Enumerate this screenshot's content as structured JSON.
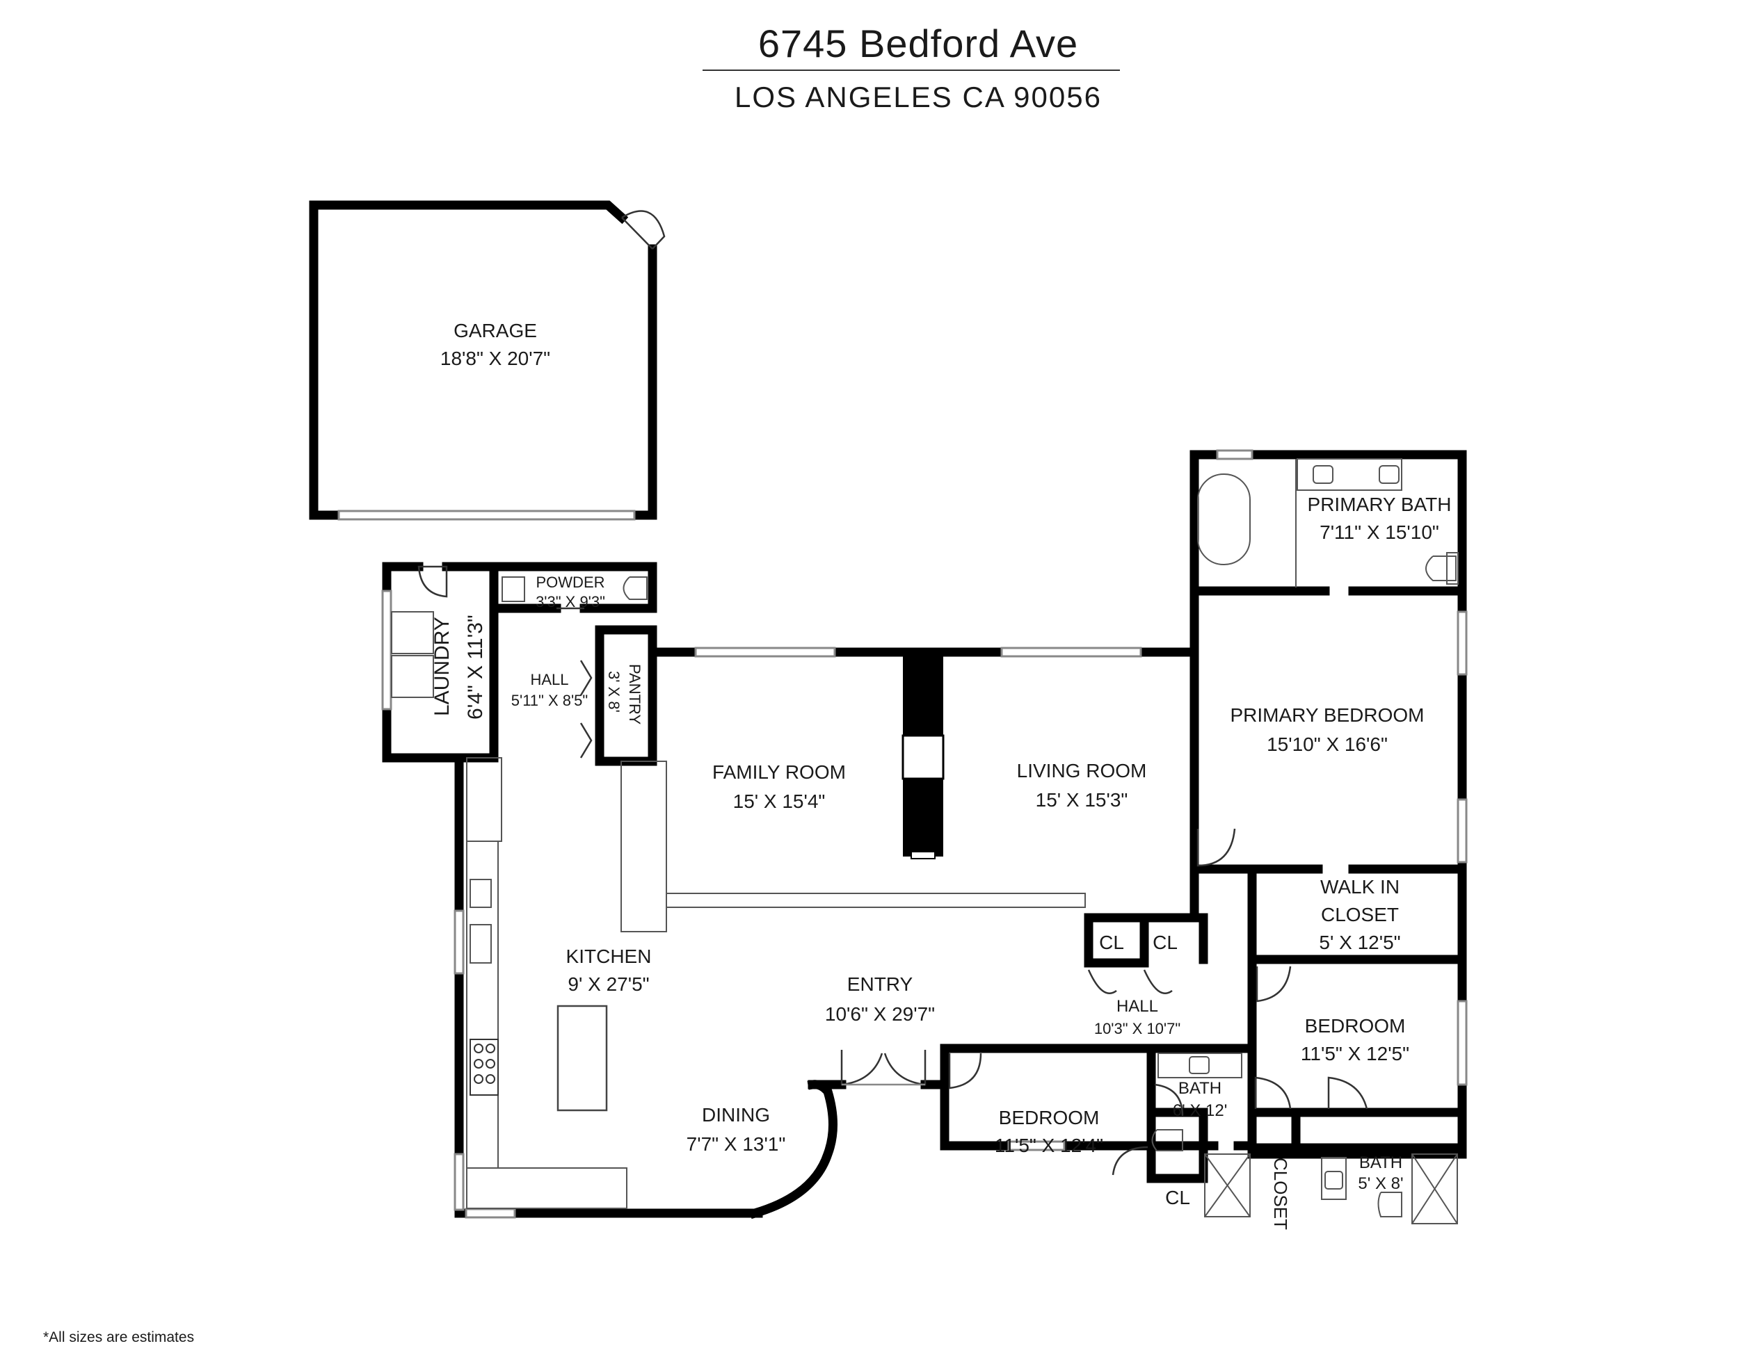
{
  "header": {
    "address": "6745 Bedford Ave",
    "city": "LOS ANGELES CA 90056"
  },
  "footer": {
    "note": "*All sizes are estimates"
  },
  "rooms": {
    "garage": {
      "name": "GARAGE",
      "size": "18'8\" X 20'7\""
    },
    "primary_bath": {
      "name": "PRIMARY BATH",
      "size": "7'11\" X 15'10\""
    },
    "laundry": {
      "name": "LAUNDRY",
      "size": "6'4\" X 11'3\""
    },
    "powder": {
      "name": "POWDER",
      "size": "3'3\" X 9'3\""
    },
    "hall_1": {
      "name": "HALL",
      "size": "5'11\" X 8'5\""
    },
    "pantry": {
      "name": "PANTRY",
      "size": "3' X 8'"
    },
    "family_room": {
      "name": "FAMILY ROOM",
      "size": "15' X 15'4\""
    },
    "living_room": {
      "name": "LIVING ROOM",
      "size": "15' X 15'3\""
    },
    "primary_bedroom": {
      "name": "PRIMARY BEDROOM",
      "size": "15'10\" X 16'6\""
    },
    "walk_in_closet": {
      "name_line1": "WALK IN",
      "name_line2": "CLOSET",
      "size": "5' X 12'5\""
    },
    "cl_1": {
      "name": "CL"
    },
    "cl_2": {
      "name": "CL"
    },
    "kitchen": {
      "name": "KITCHEN",
      "size": "9' X 27'5\""
    },
    "entry": {
      "name": "ENTRY",
      "size": "10'6\" X 29'7\""
    },
    "hall_2": {
      "name": "HALL",
      "size": "10'3\" X 10'7\""
    },
    "bedroom_right": {
      "name": "BEDROOM",
      "size": "11'5\" X 12'5\""
    },
    "dining": {
      "name": "DINING",
      "size": "7'7\" X 13'1\""
    },
    "bedroom_bottom": {
      "name": "BEDROOM",
      "size": "11'5\" X 12'4\""
    },
    "bath_1": {
      "name": "BATH",
      "size": "6' X 12'"
    },
    "cl_3": {
      "name": "CL"
    },
    "closet": {
      "name": "CLOSET"
    },
    "bath_2": {
      "name": "BATH",
      "size": "5' X 8'"
    }
  }
}
